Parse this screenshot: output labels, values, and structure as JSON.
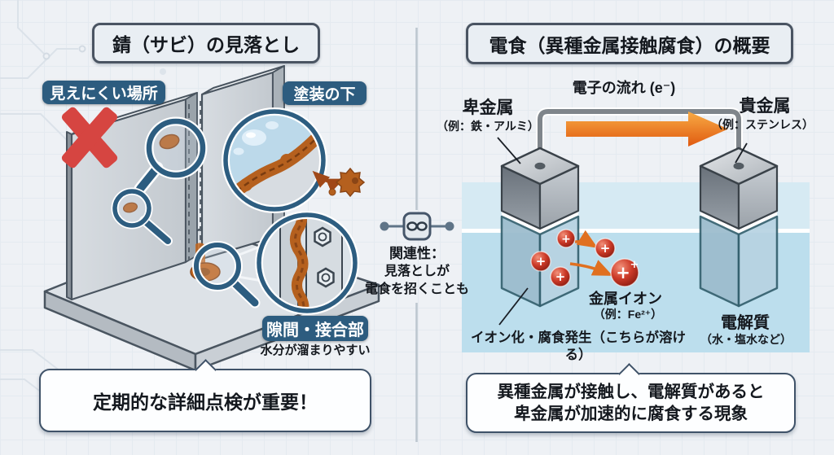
{
  "left_panel": {
    "title": "錆（サビ）の見落とし",
    "badge_hidden_spot": "見えにくい場所",
    "badge_under_paint": "塗装の下",
    "badge_joint": "隙間・接合部",
    "joint_note": "水分が溜まりやすい",
    "banner": "定期的な詳細点検が重要！"
  },
  "connector": {
    "heading": "関連性：",
    "line1": "見落としが",
    "line2": "電食を招くことも"
  },
  "right_panel": {
    "title": "電食（異種金属接触腐食）の概要",
    "electron_flow_label": "電子の流れ (e⁻)",
    "base_metal_name": "卑金属",
    "base_metal_example": "（例：鉄・アルミ）",
    "noble_metal_name": "貴金属",
    "noble_metal_example": "（例：ステンレス）",
    "metal_ion_name": "金属イオン",
    "metal_ion_example": "（例：Fe²⁺）",
    "ionization_label": "イオン化・腐食発生（こちらが溶ける）",
    "electrolyte_name": "電解質",
    "electrolyte_example": "（水・塩水など）",
    "banner_line1": "異種金属が接触し、電解質があると",
    "banner_line2": "卑金属が加速的に腐食する現象",
    "ion_plus": "+",
    "ion_plus_sup": "+"
  },
  "icons": {
    "connector": "chain-link-icon",
    "magnifier": "magnifier-icon",
    "red_cross": "x-mark-icon"
  },
  "colors": {
    "badge_blue": "#2d5c7f",
    "border_dark": "#3f5268",
    "rust": "#b5601e",
    "red_x": "#d64541",
    "arrow_orange": "#ed7420",
    "tank_blue": "#bcdeed",
    "ion_red": "#c23427",
    "background": "#eef1f5"
  }
}
